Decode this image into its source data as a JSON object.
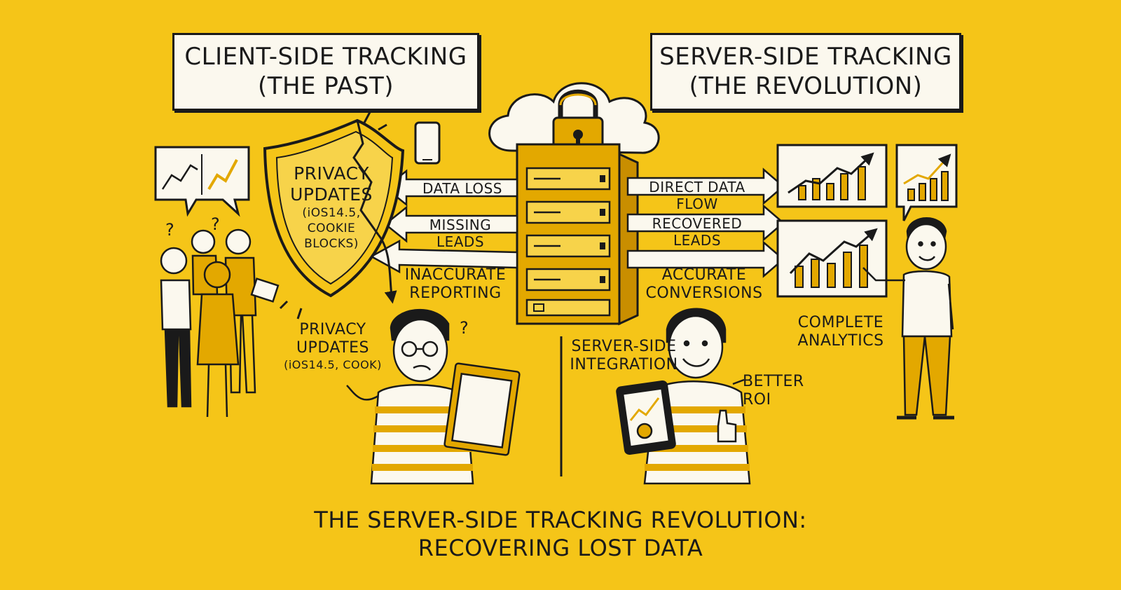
{
  "client_box": {
    "line1": "CLIENT-SIDE TRACKING",
    "line2": "(THE PAST)"
  },
  "server_box": {
    "line1": "SERVER-SIDE TRACKING",
    "line2": "(THE REVOLUTION)"
  },
  "shield": {
    "line1": "PRIVACY",
    "line2": "UPDATES",
    "line3": "(iOS14.5,",
    "line4": "COOKIE",
    "line5": "BLOCKS)"
  },
  "left_arrows": {
    "data_loss": "DATA LOSS",
    "missing_leads": "MISSING LEADS",
    "inaccurate_1": "INACCURATE",
    "inaccurate_2": "REPORTING"
  },
  "right_arrows": {
    "direct_flow": "DIRECT DATA FLOW",
    "recovered_leads": "RECOVERED LEADS",
    "accurate_1": "ACCURATE",
    "accurate_2": "CONVERSIONS"
  },
  "privacy_updates_caption": {
    "line1": "PRIVACY",
    "line2": "UPDATES",
    "line3": "(iOS14.5, COOK)"
  },
  "server_integration": {
    "line1": "SERVER-SIDE",
    "line2": "INTEGRATION"
  },
  "better_roi": {
    "line1": "BETTER",
    "line2": "ROI"
  },
  "complete_analytics": {
    "line1": "COMPLETE",
    "line2": "ANALYTICS"
  },
  "bottom_title": {
    "line1": "THE SERVER-SIDE TRACKING REVOLUTION:",
    "line2": "RECOVERING LOST DATA"
  },
  "colors": {
    "background": "#F5C518",
    "ink": "#1a1a1a",
    "paper": "#fbf8ee",
    "accent": "#E3A800"
  }
}
